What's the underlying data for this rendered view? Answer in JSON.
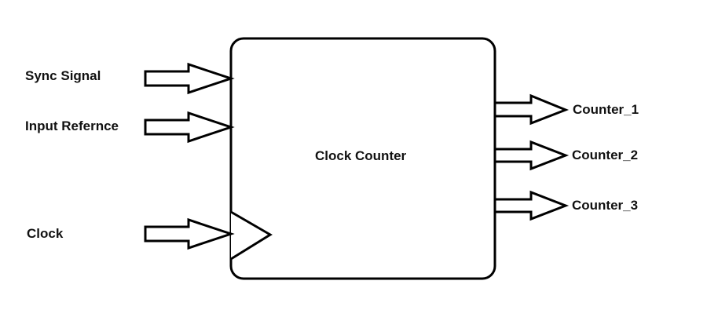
{
  "diagram": {
    "block": {
      "label": "Clock Counter"
    },
    "inputs": [
      {
        "label": "Sync Signal"
      },
      {
        "label": "Input Refernce"
      },
      {
        "label": "Clock"
      }
    ],
    "outputs": [
      {
        "label": "Counter_1"
      },
      {
        "label": "Counter_2"
      },
      {
        "label": "Counter_3"
      }
    ],
    "colors": {
      "stroke": "#000000",
      "fill": "#ffffff",
      "text": "#111111"
    }
  }
}
